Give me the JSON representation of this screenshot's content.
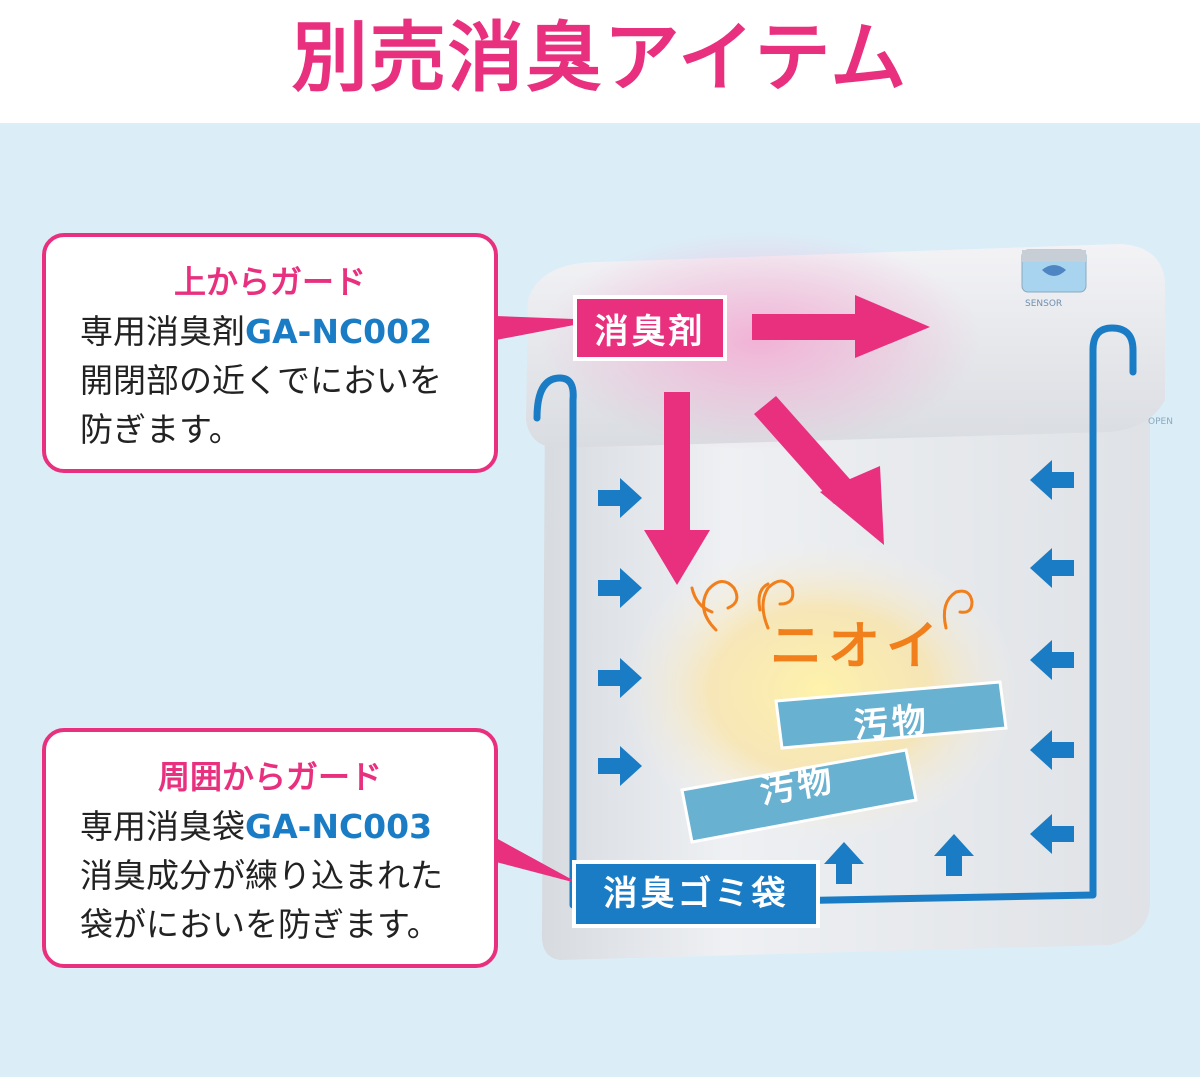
{
  "title": "別売消臭アイテム",
  "colors": {
    "accent_pink": "#e8307f",
    "accent_blue": "#1a7cc4",
    "odor_orange": "#f07f1c",
    "dirt_blue": "#69b1d0",
    "panel_bg": "#dbeef8"
  },
  "callout_top": {
    "heading": "上からガード",
    "line1_prefix": "専用消臭剤",
    "line1_product": "GA-NC002",
    "line2": "開閉部の近くでにおいを",
    "line3": "防ぎます。"
  },
  "callout_bottom": {
    "heading": "周囲からガード",
    "line1_prefix": "専用消臭袋",
    "line1_product": "GA-NC003",
    "line2": "消臭成分が練り込まれた",
    "line3": "袋がにおいを防ぎます。"
  },
  "labels": {
    "deodorant": "消臭剤",
    "garbage_bag": "消臭ゴミ袋",
    "odor": "ニオイ",
    "dirt1": "汚物",
    "dirt2": "汚物"
  },
  "icons": {
    "arrow_pink": "arrow-right-icon",
    "arrow_blue": "arrow-small-icon",
    "odor_swirl": "odor-swirl-icon"
  }
}
